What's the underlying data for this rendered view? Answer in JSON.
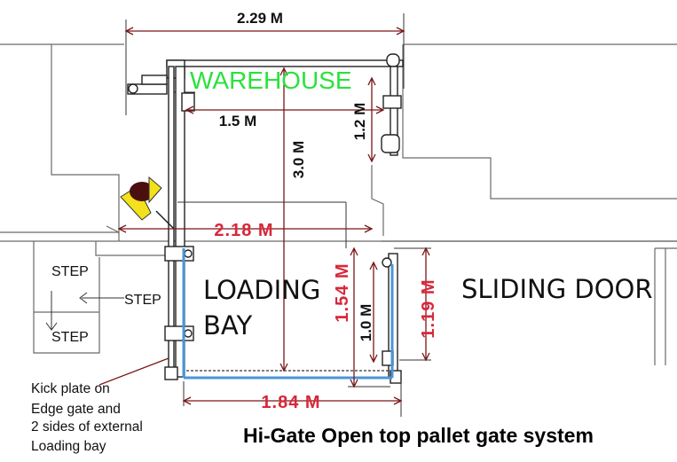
{
  "diagram": {
    "caption": "Hi-Gate Open top pallet gate system",
    "rooms": {
      "warehouse": "WAREHOUSE",
      "loading_line1": "LOADING",
      "loading_line2": "BAY",
      "sliding_door": "SLIDING DOOR"
    },
    "steps": [
      "STEP",
      "STEP",
      "STEP"
    ],
    "dimensions": {
      "top_width": "2.29 M",
      "inner_width": "1.5 M",
      "top_gate_height": "1.2 M",
      "bay_length": "3.0 M",
      "bay_width": "2.18 M",
      "side_gate_outer": "1.54 M",
      "side_gate_inner": "1.0 M",
      "right_height": "1.19 M",
      "bottom_width": "1.84 M"
    },
    "note_lines": [
      "Kick plate on",
      "Edge gate and",
      "2 sides of external",
      "Loading bay"
    ],
    "colors": {
      "warehouse_text": "#29e23c",
      "red_dimension": "#d8283a",
      "blue_gate": "#4a96d8",
      "hazard_yellow": "#f3e21b"
    }
  }
}
